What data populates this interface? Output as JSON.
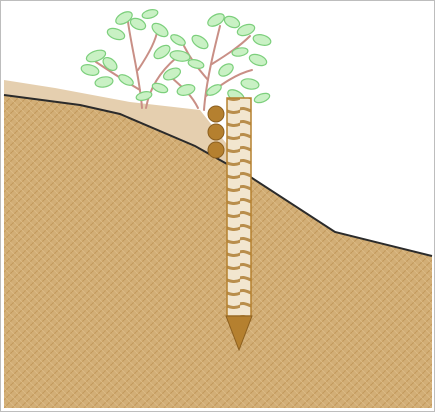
{
  "diagram": {
    "colors": {
      "soil": "#d2ae76",
      "soil_texture": "#c39a5c",
      "topsoil": "#e5cfaf",
      "terrain_line": "#2b2b2b",
      "stake_light": "#f2e6cf",
      "stake_dark": "#b98e4c",
      "log": "#b5802f",
      "leaf": "#8ad98a",
      "stem": "#c98f86"
    },
    "elements": [
      "soil-slope",
      "topsoil-layer",
      "terrain-line",
      "log-roll",
      "wooden-stake",
      "stake-tip",
      "vegetation"
    ]
  }
}
